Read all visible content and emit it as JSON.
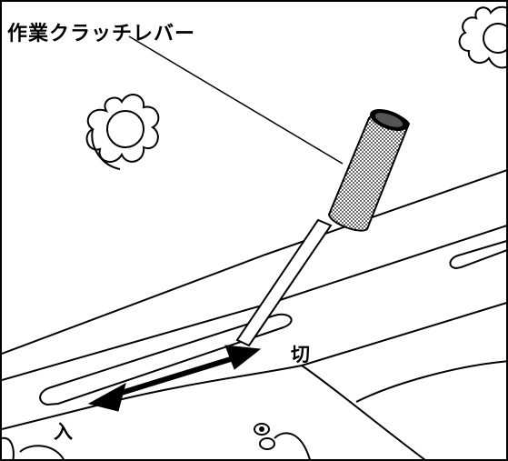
{
  "labels": {
    "lever_name": "作業クラッチレバー",
    "off": "切",
    "on": "入"
  },
  "icons": {
    "knob_left": "star-knob-icon",
    "knob_right": "star-knob-icon",
    "lever": "lever-icon",
    "arrow": "double-arrow-icon",
    "bolt": "bolt-icon"
  },
  "colors": {
    "ink": "#000000",
    "paper": "#ffffff"
  }
}
